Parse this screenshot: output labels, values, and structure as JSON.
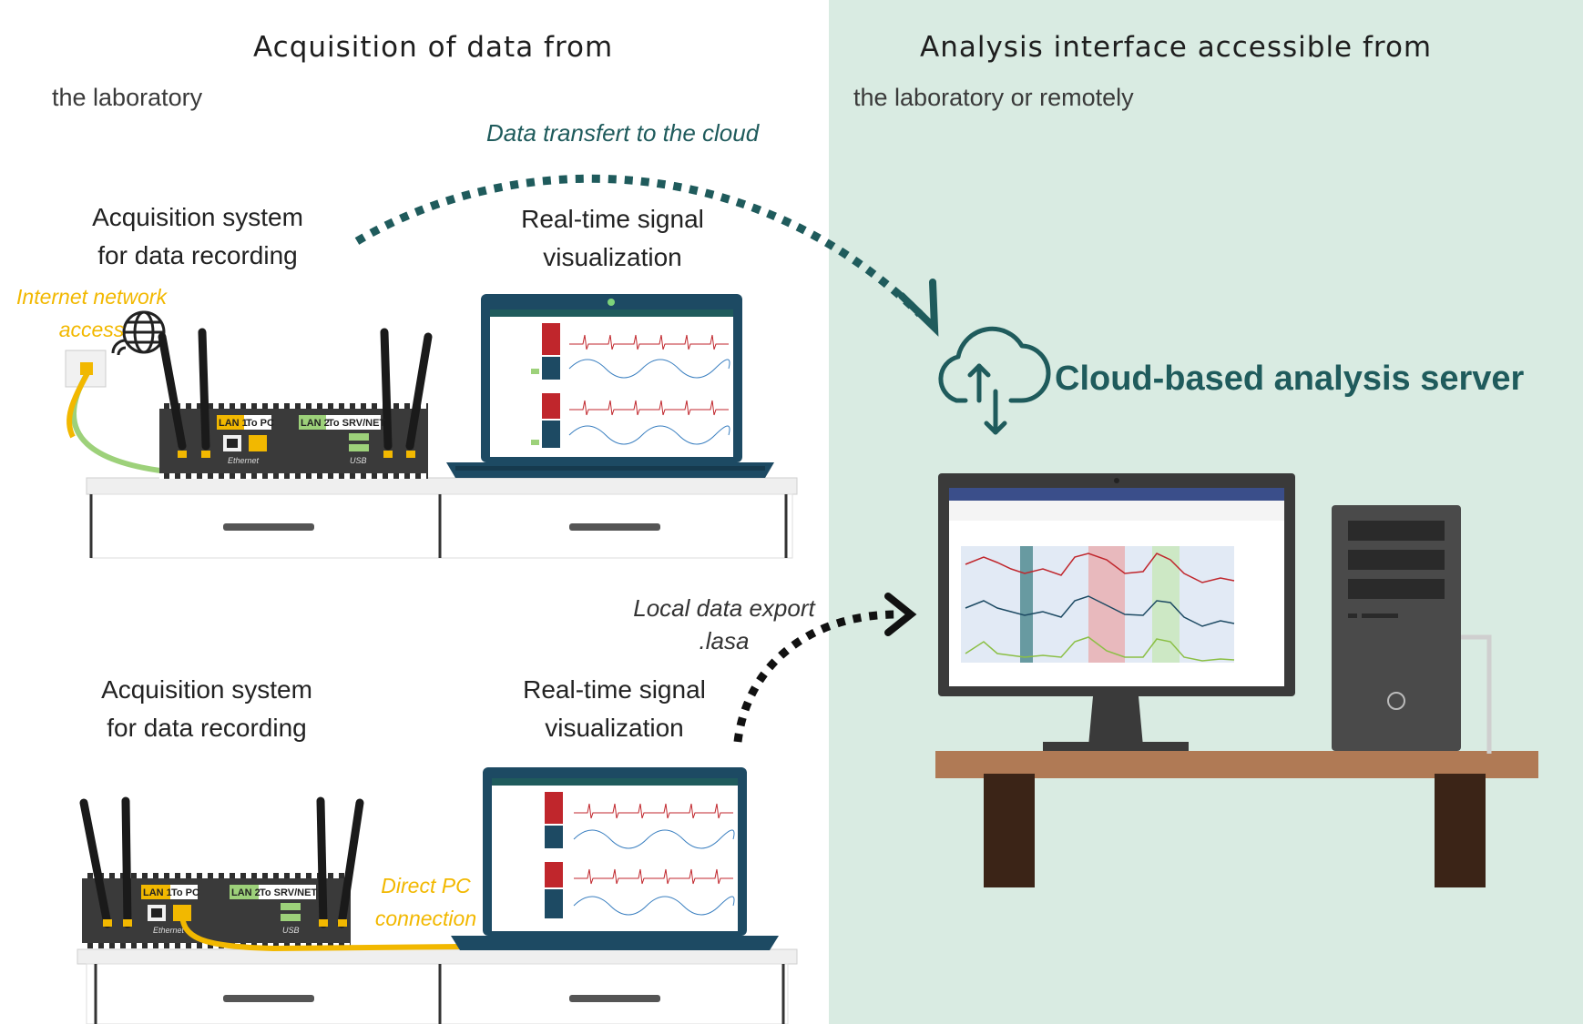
{
  "left": {
    "title": "Acquisition of data from",
    "subtitle": "the laboratory"
  },
  "right": {
    "title": "Analysis interface accessible from",
    "subtitle": "the laboratory or remotely"
  },
  "cloud_transfer_label": "Data transfert to the cloud",
  "top_setup": {
    "acq_line1": "Acquisition system",
    "acq_line2": "for data recording",
    "viz_line1": "Real-time signal",
    "viz_line2": "visualization",
    "network_line1": "Internet network",
    "network_line2": "access",
    "lan1": "LAN 1",
    "lan1_to": "To PC",
    "lan2": "LAN 2",
    "lan2_to": "To SRV/NET",
    "ethernet": "Ethernet",
    "usb": "USB"
  },
  "bottom_setup": {
    "acq_line1": "Acquisition system",
    "acq_line2": "for data recording",
    "viz_line1": "Real-time signal",
    "viz_line2": "visualization",
    "direct_line1": "Direct PC",
    "direct_line2": "connection",
    "export_line1": "Local data export",
    "export_line2": ".lasa",
    "lan1": "LAN 1",
    "lan1_to": "To PC",
    "lan2": "LAN 2",
    "lan2_to": "To SRV/NET",
    "ethernet": "Ethernet",
    "usb": "USB"
  },
  "cloud_server_label": "Cloud-based analysis server",
  "colors": {
    "right_panel_bg": "#d9ebe2",
    "accent_teal": "#1f5b5c",
    "yellow": "#f2b800",
    "green_cable": "#9dd17a",
    "device_dark": "#3a3a3a",
    "laptop_blue": "#1d4a63",
    "table_brown": "#b07a55"
  }
}
